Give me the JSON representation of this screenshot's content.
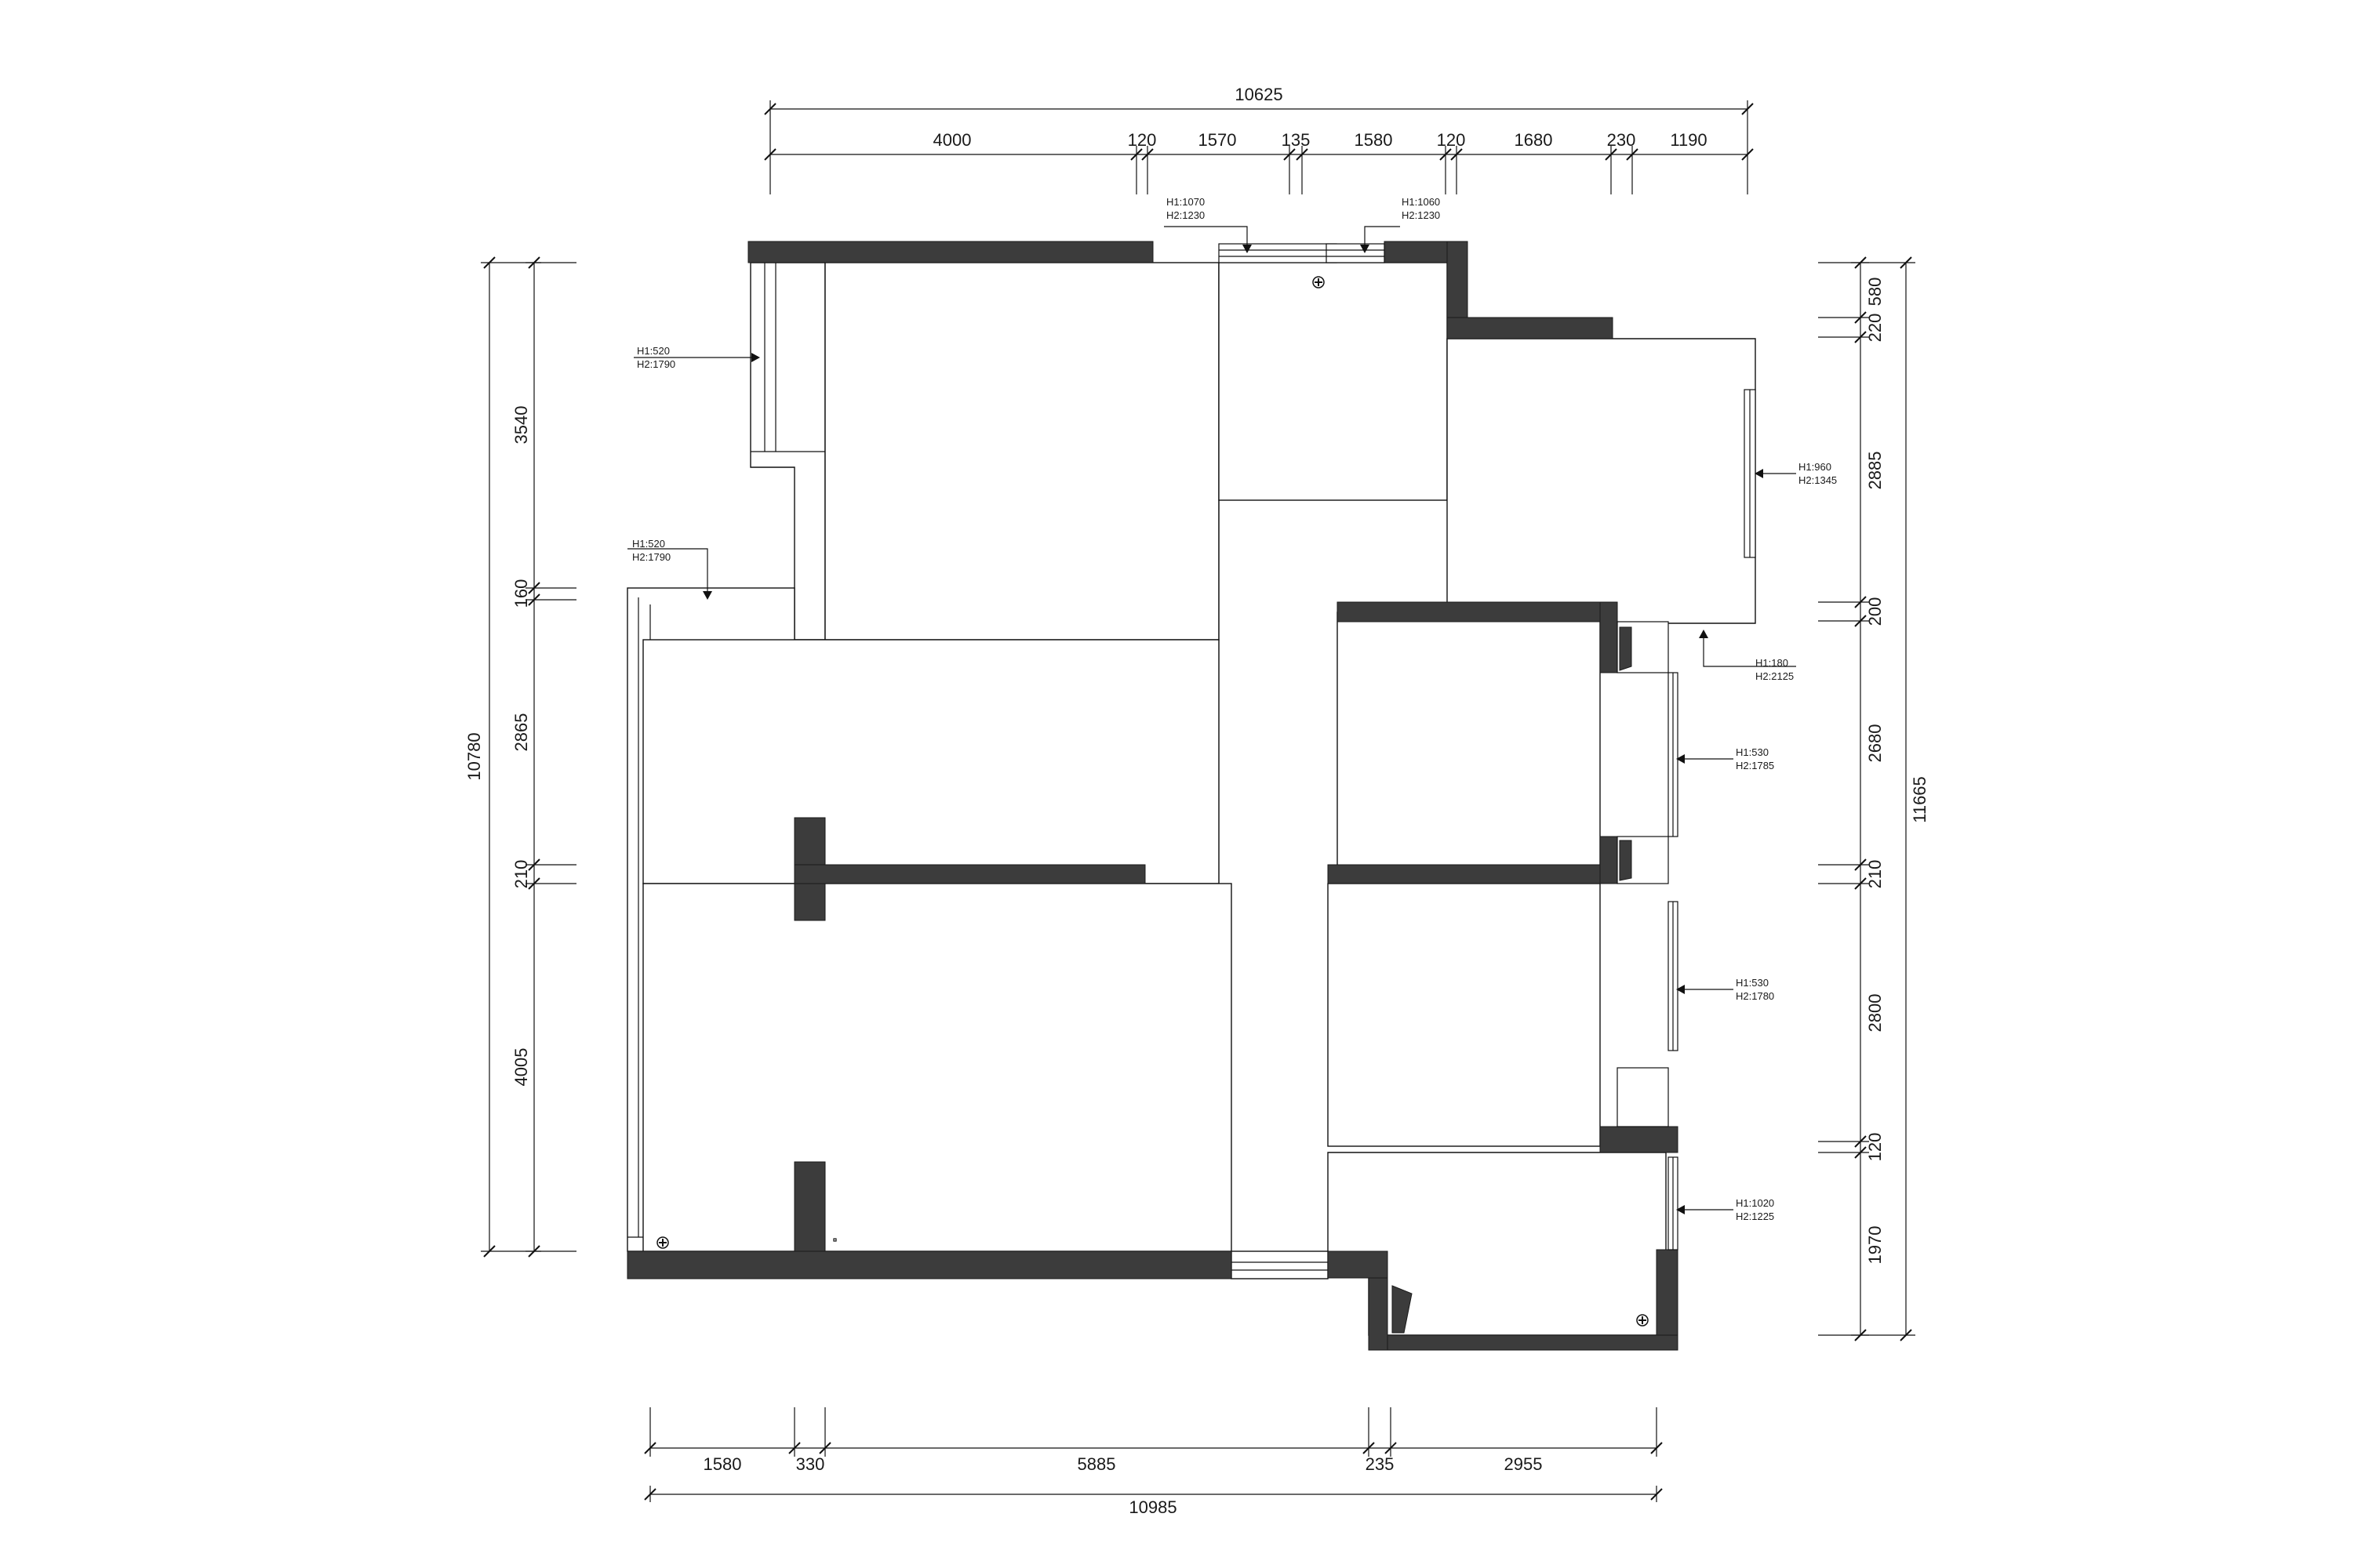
{
  "dimensions": {
    "top_total": "10625",
    "top_segments": [
      "4000",
      "120",
      "1570",
      "135",
      "1580",
      "120",
      "1680",
      "230",
      "1190"
    ],
    "bottom_segments": [
      "1580",
      "330",
      "5885",
      "235",
      "2955"
    ],
    "bottom_total": "10985",
    "left_total": "10780",
    "left_segments": [
      "3540",
      "160",
      "2865",
      "210",
      "4005"
    ],
    "right_total": "11665",
    "right_segments": [
      "580",
      "220",
      "2885",
      "200",
      "2680",
      "210",
      "2800",
      "120",
      "1970"
    ]
  },
  "window_callouts": [
    {
      "h1": "H1:1070",
      "h2": "H2:1230"
    },
    {
      "h1": "H1:1060",
      "h2": "H2:1230"
    },
    {
      "h1": "H1:520",
      "h2": "H2:1790"
    },
    {
      "h1": "H1:520",
      "h2": "H2:1790"
    },
    {
      "h1": "H1:960",
      "h2": "H2:1345"
    },
    {
      "h1": "H1:180",
      "h2": "H2:2125"
    },
    {
      "h1": "H1:530",
      "h2": "H2:1785"
    },
    {
      "h1": "H1:530",
      "h2": "H2:1780"
    },
    {
      "h1": "H1:1020",
      "h2": "H2:1225"
    }
  ],
  "colors": {
    "wall": "#3c3c3c",
    "line": "#111111",
    "background": "#ffffff"
  },
  "icons": [
    "floor-drain-icon",
    "floor-drain-icon",
    "floor-drain-icon"
  ]
}
